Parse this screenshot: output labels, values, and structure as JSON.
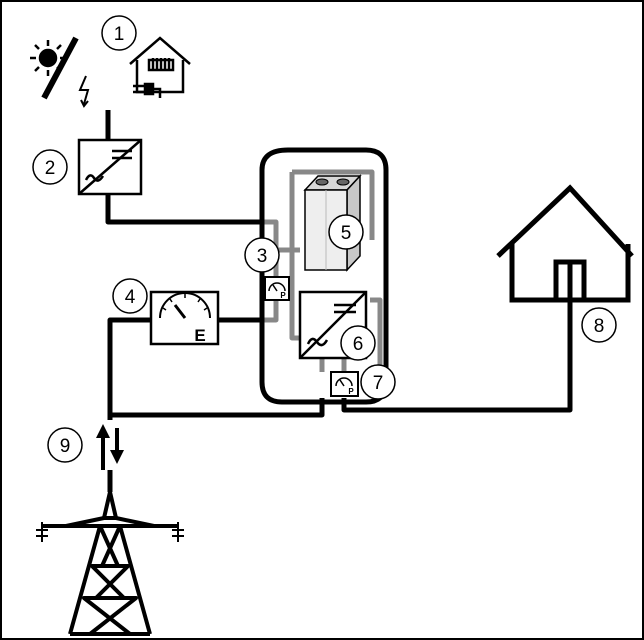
{
  "callouts": [
    "1",
    "2",
    "3",
    "4",
    "5",
    "6",
    "7",
    "8",
    "9"
  ],
  "energy_meter_label": "E",
  "power_sensor_label": "P"
}
